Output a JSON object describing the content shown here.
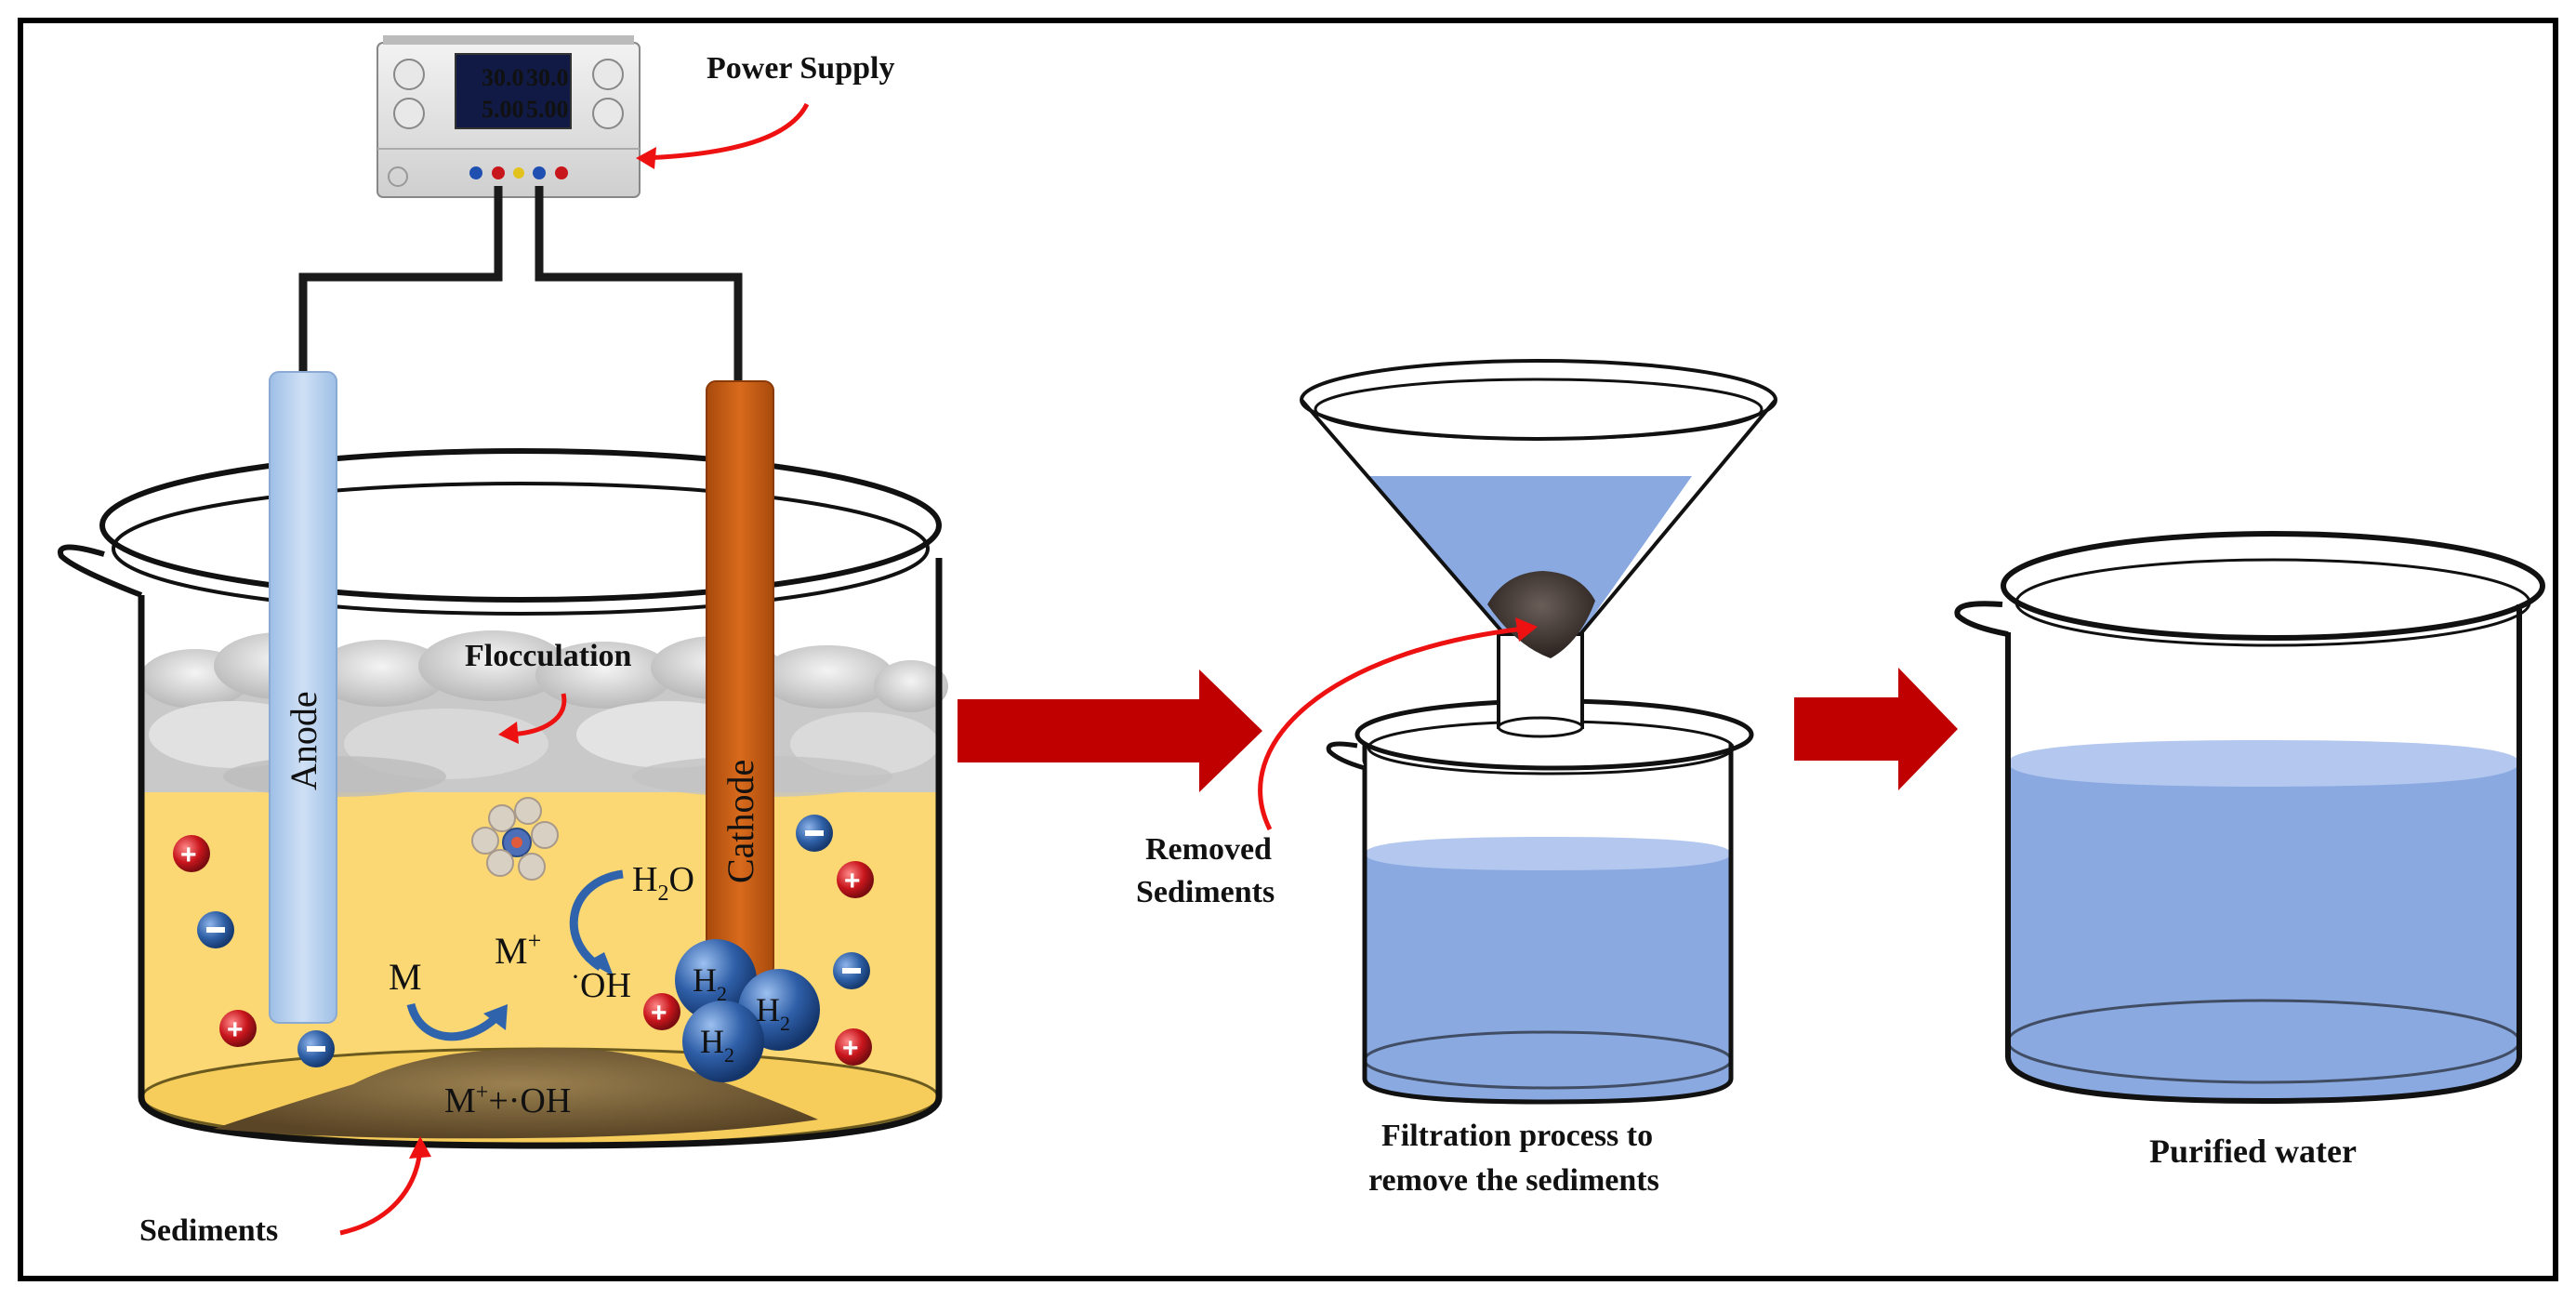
{
  "diagram": {
    "power_supply": {
      "label": "Power Supply",
      "display": {
        "v1": "30.0",
        "v2": "30.0",
        "a1": "5.00",
        "a2": "5.00"
      }
    },
    "electrodes": {
      "anode": "Anode",
      "cathode": "Cathode"
    },
    "labels": {
      "flocculation": "Flocculation",
      "sediments": "Sediments",
      "removed_sediments_line1": "Removed",
      "removed_sediments_line2": "Sediments",
      "filtration_line1": "Filtration process to",
      "filtration_line2": "remove the sediments",
      "purified_water": "Purified water"
    },
    "reaction": {
      "metal": "M",
      "metal_ion": "M",
      "ion_sup": "+",
      "water_h": "H",
      "water_sub": "2",
      "water_o": "O",
      "hydroxyl_dot": "·",
      "hydroxyl": "OH",
      "sediment_formula_m": "M",
      "sediment_formula_sup": "+",
      "sediment_formula_rest": "+·OH",
      "h2_h": "H",
      "h2_sub": "2"
    },
    "colors": {
      "electrolyte": "#fbd873",
      "water": "#8aa9e0",
      "anode": "#b5cfee",
      "cathode": "#c55a11",
      "arrow": "#c00000",
      "pointer": "#ee1111",
      "anion": "#2e5fa5",
      "cation": "#c8161d"
    }
  }
}
